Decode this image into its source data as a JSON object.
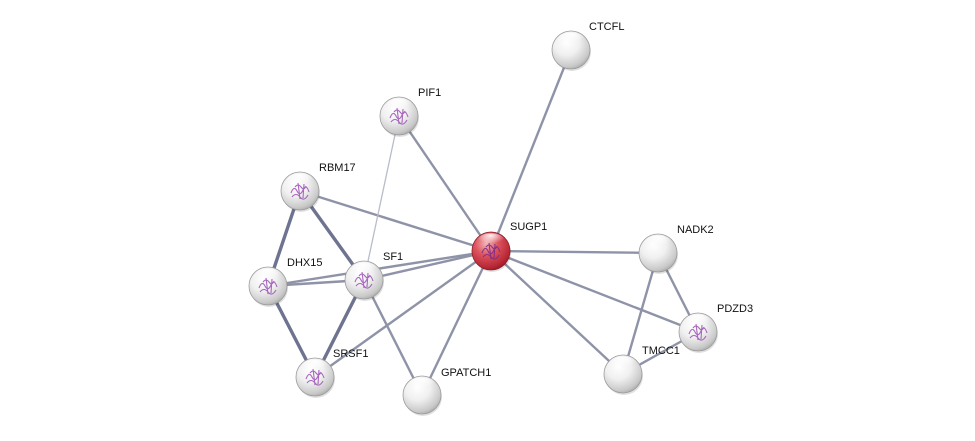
{
  "network": {
    "query_node": "SUGP1",
    "colors": {
      "query_node": "#c8303c",
      "partner_node": "#e6e6e6",
      "edge": "#8f93a8",
      "edge_strong": "#6e7390",
      "structure_tint": "#9b4fb4"
    },
    "nodes": [
      {
        "id": "SUGP1",
        "label": "SUGP1",
        "query": true,
        "has_structure": true
      },
      {
        "id": "CTCFL",
        "label": "CTCFL",
        "query": false,
        "has_structure": false
      },
      {
        "id": "PIF1",
        "label": "PIF1",
        "query": false,
        "has_structure": true
      },
      {
        "id": "RBM17",
        "label": "RBM17",
        "query": false,
        "has_structure": true
      },
      {
        "id": "DHX15",
        "label": "DHX15",
        "query": false,
        "has_structure": true
      },
      {
        "id": "SF1",
        "label": "SF1",
        "query": false,
        "has_structure": true
      },
      {
        "id": "SRSF1",
        "label": "SRSF1",
        "query": false,
        "has_structure": true
      },
      {
        "id": "GPATCH1",
        "label": "GPATCH1",
        "query": false,
        "has_structure": false
      },
      {
        "id": "NADK2",
        "label": "NADK2",
        "query": false,
        "has_structure": false
      },
      {
        "id": "PDZD3",
        "label": "PDZD3",
        "query": false,
        "has_structure": true
      },
      {
        "id": "TMCC1",
        "label": "TMCC1",
        "query": false,
        "has_structure": false
      }
    ],
    "edges": [
      {
        "source": "SUGP1",
        "target": "CTCFL",
        "strength": "medium"
      },
      {
        "source": "SUGP1",
        "target": "PIF1",
        "strength": "medium"
      },
      {
        "source": "SUGP1",
        "target": "RBM17",
        "strength": "medium"
      },
      {
        "source": "SUGP1",
        "target": "DHX15",
        "strength": "medium"
      },
      {
        "source": "SUGP1",
        "target": "SF1",
        "strength": "medium"
      },
      {
        "source": "SUGP1",
        "target": "SRSF1",
        "strength": "medium"
      },
      {
        "source": "SUGP1",
        "target": "GPATCH1",
        "strength": "medium"
      },
      {
        "source": "SUGP1",
        "target": "NADK2",
        "strength": "medium"
      },
      {
        "source": "SUGP1",
        "target": "PDZD3",
        "strength": "medium"
      },
      {
        "source": "SUGP1",
        "target": "TMCC1",
        "strength": "medium"
      },
      {
        "source": "PIF1",
        "target": "SF1",
        "strength": "weak"
      },
      {
        "source": "RBM17",
        "target": "DHX15",
        "strength": "strong"
      },
      {
        "source": "RBM17",
        "target": "SF1",
        "strength": "strong"
      },
      {
        "source": "DHX15",
        "target": "SF1",
        "strength": "medium"
      },
      {
        "source": "DHX15",
        "target": "SRSF1",
        "strength": "strong"
      },
      {
        "source": "SF1",
        "target": "SRSF1",
        "strength": "strong"
      },
      {
        "source": "SF1",
        "target": "GPATCH1",
        "strength": "medium"
      },
      {
        "source": "NADK2",
        "target": "TMCC1",
        "strength": "medium"
      },
      {
        "source": "NADK2",
        "target": "PDZD3",
        "strength": "medium"
      },
      {
        "source": "PDZD3",
        "target": "TMCC1",
        "strength": "medium"
      }
    ]
  }
}
